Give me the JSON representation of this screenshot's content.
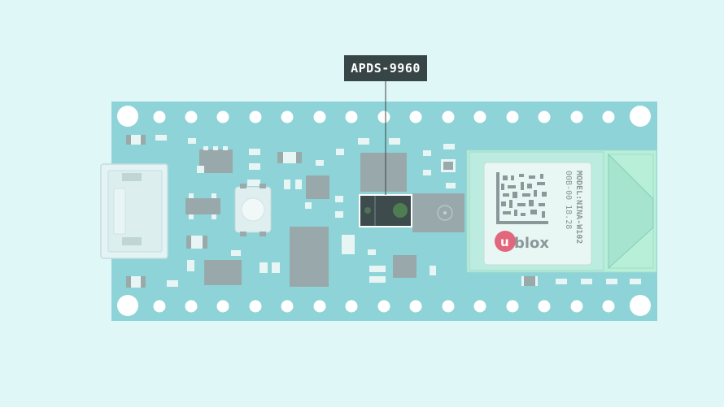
{
  "callout": {
    "label": "APDS-9960"
  },
  "module": {
    "brand": "blox",
    "serial": "00B-00 18.28",
    "model": "MODEL:NINA-W102"
  },
  "colors": {
    "background": "#e0f7f8",
    "board": "#8ed3d7",
    "hole": "#ffffff",
    "component": "#99a9ab",
    "highlight_fill": "#3e4b4d",
    "highlight_stroke": "#ffffff",
    "callout_bg": "#384547",
    "module_frame": "#bcebe0",
    "antenna": "#b8efd9",
    "ublox_logo": "#e3677c"
  }
}
